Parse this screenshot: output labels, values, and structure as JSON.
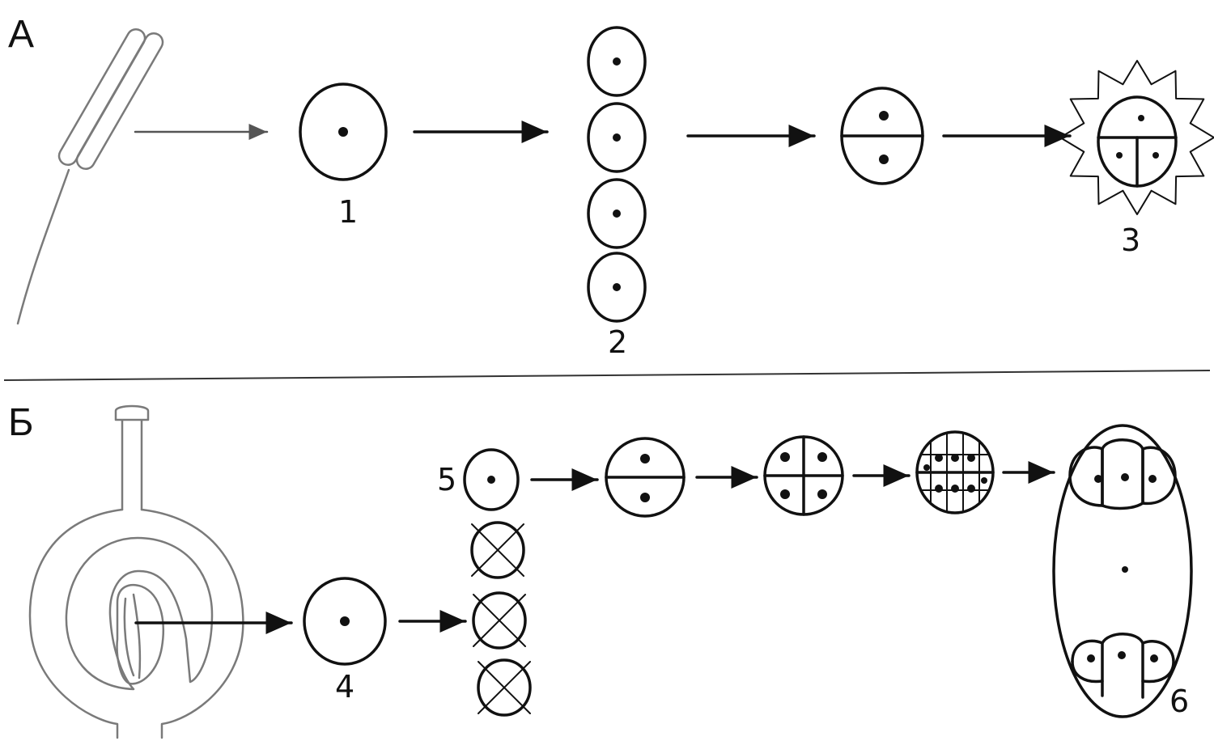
{
  "sections": {
    "a": {
      "label": "А"
    },
    "b": {
      "label": "Б"
    }
  },
  "labels": {
    "l1": "1",
    "l2": "2",
    "l3": "3",
    "l4": "4",
    "l5": "5",
    "l6": "6"
  },
  "colors": {
    "ink": "#111111",
    "grey_ink": "#7a7a7a",
    "background": "#ffffff"
  }
}
